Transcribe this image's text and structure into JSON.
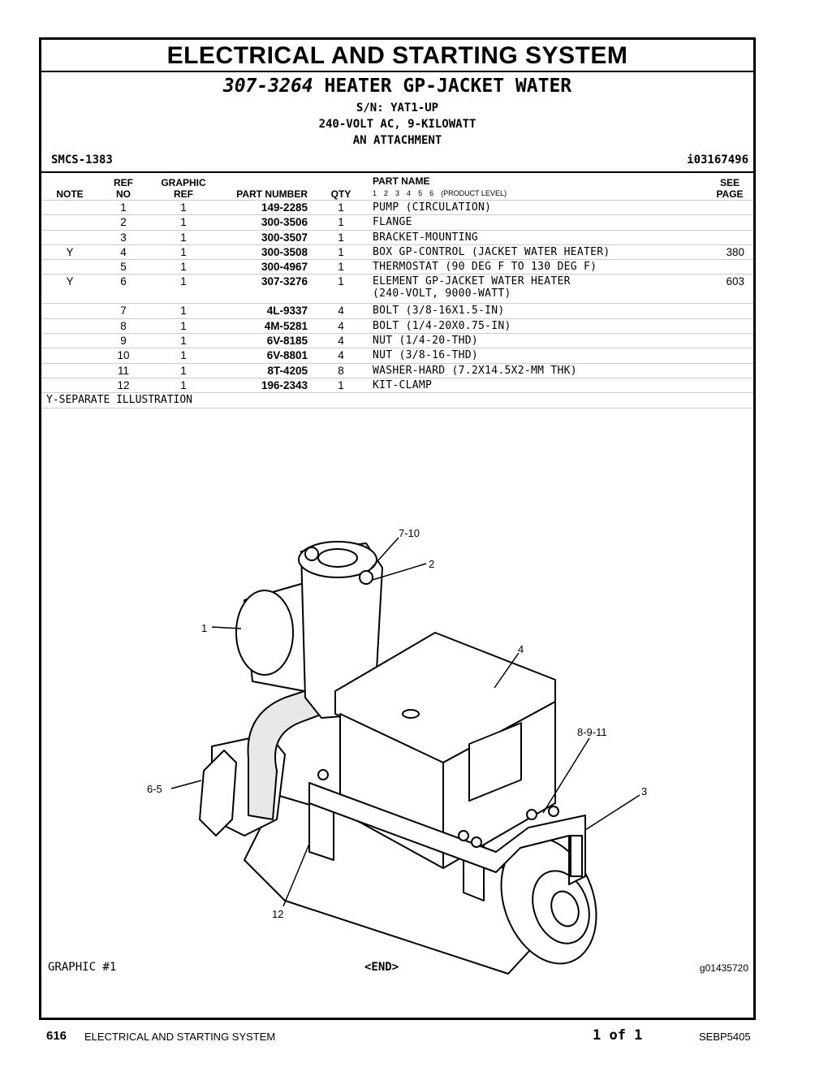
{
  "section_title": "ELECTRICAL AND STARTING SYSTEM",
  "group": {
    "part_number": "307-3264",
    "name": "HEATER GP-JACKET WATER",
    "serial": "S/N: YAT1-UP",
    "spec": "240-VOLT AC, 9-KILOWATT",
    "type": "AN ATTACHMENT"
  },
  "smcs": "SMCS-1383",
  "illustration_id": "i03167496",
  "columns": {
    "note": "NOTE",
    "ref_top": "REF",
    "ref_bottom": "NO",
    "graphic_top": "GRAPHIC",
    "graphic_bottom": "REF",
    "part_number": "PART NUMBER",
    "qty": "QTY",
    "part_name": "PART NAME",
    "product_level": "(PRODUCT LEVEL)",
    "levels": [
      "1",
      "2",
      "3",
      "4",
      "5",
      "6"
    ],
    "see_top": "SEE",
    "see_bottom": "PAGE"
  },
  "parts": [
    {
      "note": "",
      "ref": "1",
      "graphic": "1",
      "pn": "149-2285",
      "qty": "1",
      "name": "PUMP (CIRCULATION)",
      "name2": "",
      "page": ""
    },
    {
      "note": "",
      "ref": "2",
      "graphic": "1",
      "pn": "300-3506",
      "qty": "1",
      "name": "FLANGE",
      "name2": "",
      "page": ""
    },
    {
      "note": "",
      "ref": "3",
      "graphic": "1",
      "pn": "300-3507",
      "qty": "1",
      "name": "BRACKET-MOUNTING",
      "name2": "",
      "page": ""
    },
    {
      "note": "Y",
      "ref": "4",
      "graphic": "1",
      "pn": "300-3508",
      "qty": "1",
      "name": "BOX GP-CONTROL (JACKET WATER HEATER)",
      "name2": "",
      "page": "380"
    },
    {
      "note": "",
      "ref": "5",
      "graphic": "1",
      "pn": "300-4967",
      "qty": "1",
      "name": "THERMOSTAT (90 DEG F TO 130 DEG F)",
      "name2": "",
      "page": ""
    },
    {
      "note": "Y",
      "ref": "6",
      "graphic": "1",
      "pn": "307-3276",
      "qty": "1",
      "name": "ELEMENT GP-JACKET WATER HEATER",
      "name2": "(240-VOLT, 9000-WATT)",
      "page": "603"
    },
    {
      "note": "",
      "ref": "7",
      "graphic": "1",
      "pn": "4L-9337",
      "qty": "4",
      "name": "BOLT (3/8-16X1.5-IN)",
      "name2": "",
      "page": ""
    },
    {
      "note": "",
      "ref": "8",
      "graphic": "1",
      "pn": "4M-5281",
      "qty": "4",
      "name": "BOLT (1/4-20X0.75-IN)",
      "name2": "",
      "page": ""
    },
    {
      "note": "",
      "ref": "9",
      "graphic": "1",
      "pn": "6V-8185",
      "qty": "4",
      "name": "NUT (1/4-20-THD)",
      "name2": "",
      "page": ""
    },
    {
      "note": "",
      "ref": "10",
      "graphic": "1",
      "pn": "6V-8801",
      "qty": "4",
      "name": "NUT (3/8-16-THD)",
      "name2": "",
      "page": ""
    },
    {
      "note": "",
      "ref": "11",
      "graphic": "1",
      "pn": "8T-4205",
      "qty": "8",
      "name": "WASHER-HARD (7.2X14.5X2-MM THK)",
      "name2": "",
      "page": ""
    },
    {
      "note": "",
      "ref": "12",
      "graphic": "1",
      "pn": "196-2343",
      "qty": "1",
      "name": "KIT-CLAMP",
      "name2": "",
      "page": ""
    }
  ],
  "footnote": "Y-SEPARATE ILLUSTRATION",
  "callouts": {
    "c7_10": "7-10",
    "c2": "2",
    "c1": "1",
    "c4": "4",
    "c8_9_11": "8-9-11",
    "c6_5": "6-5",
    "c3": "3",
    "c12": "12"
  },
  "graphic_label": "GRAPHIC #1",
  "end_label": "<END>",
  "graphic_id": "g01435720",
  "footer": {
    "page_number": "616",
    "section": "ELECTRICAL AND STARTING SYSTEM",
    "page_of": "1 of 1",
    "publication": "SEBP5405"
  }
}
